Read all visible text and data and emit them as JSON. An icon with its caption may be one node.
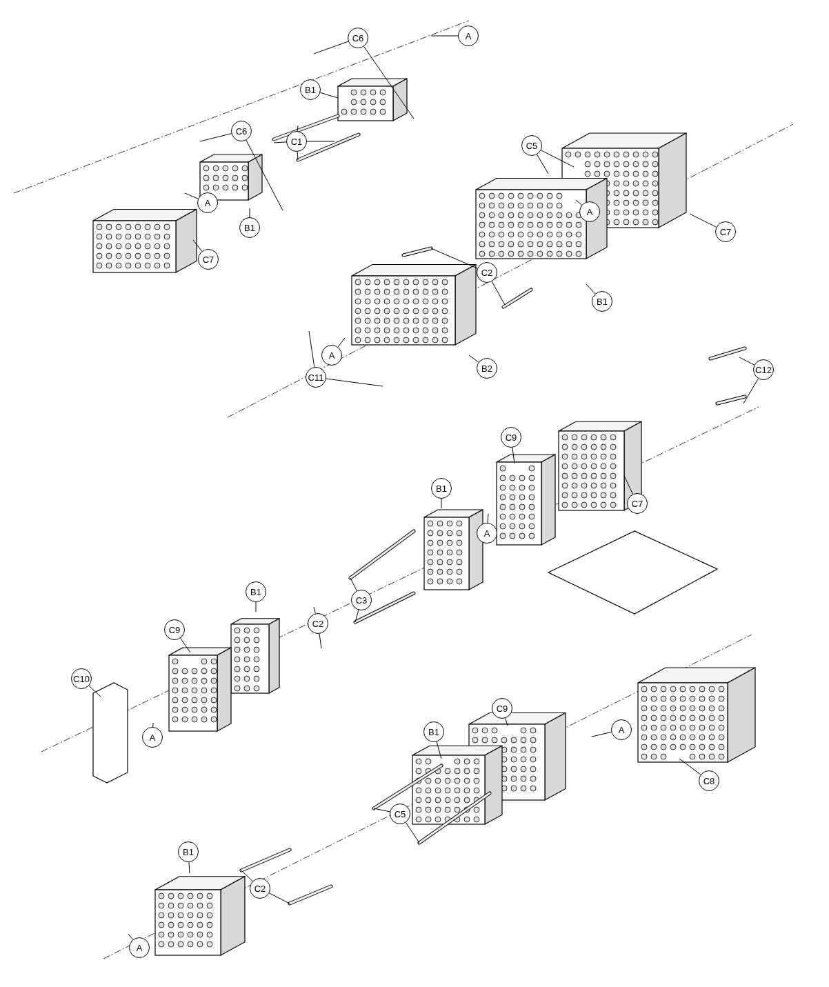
{
  "diagram": {
    "nodes": [
      {
        "text": [
          "C6"
        ]
      },
      {
        "text": [
          "A"
        ]
      },
      {
        "text": [
          "B1"
        ]
      },
      {
        "text": [
          "C6"
        ]
      },
      {
        "text": [
          "C1"
        ]
      },
      {
        "text": [
          "A"
        ]
      },
      {
        "text": [
          "B1"
        ]
      },
      {
        "text": [
          "C7"
        ]
      },
      {
        "text": [
          "C5"
        ]
      },
      {
        "text": [
          "A"
        ]
      },
      {
        "text": [
          "C7"
        ]
      },
      {
        "text": [
          "C2"
        ]
      },
      {
        "text": [
          "B1"
        ]
      },
      {
        "text": [
          "A"
        ]
      },
      {
        "text": [
          "B2"
        ]
      },
      {
        "text": [
          "C11"
        ]
      },
      {
        "text": [
          "C12"
        ]
      },
      {
        "text": [
          "C9"
        ]
      },
      {
        "text": [
          "B1"
        ]
      },
      {
        "text": [
          "A"
        ]
      },
      {
        "text": [
          "C7"
        ]
      },
      {
        "text": [
          "C3"
        ]
      },
      {
        "text": [
          "B1"
        ]
      },
      {
        "text": [
          "C2"
        ]
      },
      {
        "text": [
          "C9"
        ]
      },
      {
        "text": [
          "C10"
        ]
      },
      {
        "text": [
          "A"
        ]
      },
      {
        "text": [
          "C9"
        ]
      },
      {
        "text": [
          "A"
        ]
      },
      {
        "text": [
          "B1"
        ]
      },
      {
        "text": [
          "C8"
        ]
      },
      {
        "text": [
          "C5"
        ]
      },
      {
        "text": [
          "B1"
        ]
      },
      {
        "text": [
          "C2"
        ]
      },
      {
        "text": [
          "A"
        ]
      }
    ],
    "edges": [
      {
        "from": 0,
        "to": null,
        "arrow": "none"
      },
      {
        "from": 0,
        "to": null,
        "arrow": "none"
      },
      {
        "from": 1,
        "to": null,
        "arrow": "none"
      },
      {
        "from": 2,
        "to": null,
        "arrow": "none"
      },
      {
        "from": 3,
        "to": null,
        "arrow": "none"
      },
      {
        "from": 3,
        "to": null,
        "arrow": "none"
      },
      {
        "from": 4,
        "to": null,
        "arrow": "none"
      },
      {
        "from": 4,
        "to": null,
        "arrow": "none"
      },
      {
        "from": 4,
        "to": null,
        "arrow": "none"
      },
      {
        "from": 4,
        "to": null,
        "arrow": "none"
      },
      {
        "from": 5,
        "to": null,
        "arrow": "none"
      },
      {
        "from": 6,
        "to": null,
        "arrow": "none"
      },
      {
        "from": 7,
        "to": null,
        "arrow": "none"
      },
      {
        "from": 8,
        "to": null,
        "arrow": "none"
      },
      {
        "from": 8,
        "to": null,
        "arrow": "none"
      },
      {
        "from": 9,
        "to": null,
        "arrow": "none"
      },
      {
        "from": 10,
        "to": null,
        "arrow": "none"
      },
      {
        "from": 11,
        "to": null,
        "arrow": "none"
      },
      {
        "from": 11,
        "to": null,
        "arrow": "none"
      },
      {
        "from": 12,
        "to": null,
        "arrow": "none"
      },
      {
        "from": 13,
        "to": null,
        "arrow": "none"
      },
      {
        "from": 14,
        "to": null,
        "arrow": "none"
      },
      {
        "from": 15,
        "to": null,
        "arrow": "none"
      },
      {
        "from": 15,
        "to": null,
        "arrow": "none"
      },
      {
        "from": 16,
        "to": null,
        "arrow": "none"
      },
      {
        "from": 16,
        "to": null,
        "arrow": "none"
      },
      {
        "from": 17,
        "to": null,
        "arrow": "none"
      },
      {
        "from": 18,
        "to": null,
        "arrow": "none"
      },
      {
        "from": 19,
        "to": null,
        "arrow": "none"
      },
      {
        "from": 20,
        "to": null,
        "arrow": "none"
      },
      {
        "from": 21,
        "to": null,
        "arrow": "none"
      },
      {
        "from": 21,
        "to": null,
        "arrow": "none"
      },
      {
        "from": 22,
        "to": null,
        "arrow": "none"
      },
      {
        "from": 23,
        "to": null,
        "arrow": "none"
      },
      {
        "from": 23,
        "to": null,
        "arrow": "none"
      },
      {
        "from": 24,
        "to": null,
        "arrow": "none"
      },
      {
        "from": 25,
        "to": null,
        "arrow": "none"
      },
      {
        "from": 26,
        "to": null,
        "arrow": "none"
      },
      {
        "from": 27,
        "to": null,
        "arrow": "none"
      },
      {
        "from": 28,
        "to": null,
        "arrow": "none"
      },
      {
        "from": 29,
        "to": null,
        "arrow": "none"
      },
      {
        "from": 30,
        "to": null,
        "arrow": "none"
      },
      {
        "from": 31,
        "to": null,
        "arrow": "none"
      },
      {
        "from": 31,
        "to": null,
        "arrow": "none"
      },
      {
        "from": 32,
        "to": null,
        "arrow": "none"
      },
      {
        "from": 33,
        "to": null,
        "arrow": "none"
      },
      {
        "from": 33,
        "to": null,
        "arrow": "none"
      },
      {
        "from": 34,
        "to": null,
        "arrow": "none"
      }
    ]
  }
}
